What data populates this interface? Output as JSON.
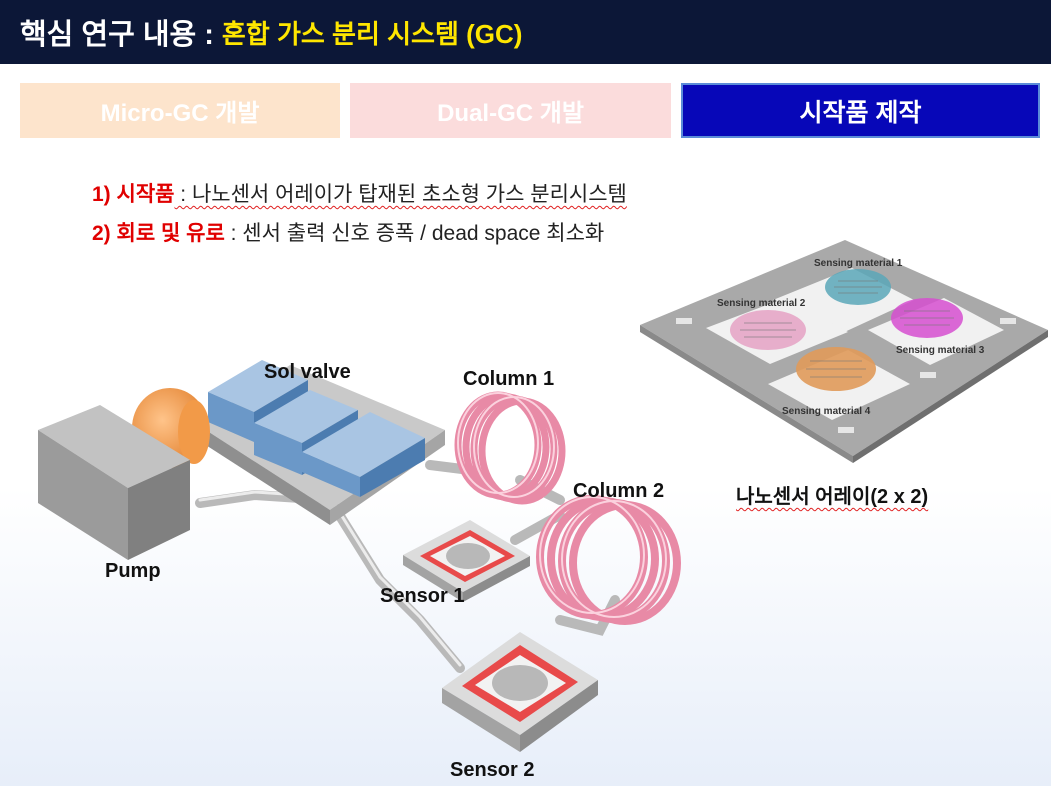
{
  "header": {
    "title": "핵심 연구 내용 :",
    "subtitle": "혼합 가스 분리 시스템 (GC)",
    "colors": {
      "background": "#0c1737",
      "subtitle": "#ffe600"
    }
  },
  "tabs": [
    {
      "label": "Micro-GC 개발",
      "active": false
    },
    {
      "label": "Dual-GC 개발",
      "active": false
    },
    {
      "label": "시작품 제작",
      "active": true
    }
  ],
  "points": [
    {
      "key": "1) 시작품",
      "text": " : 나노센서 어레이가 탑재된 초소형 가스 분리시스템"
    },
    {
      "key": "2) 회로 및 유로",
      "text": " : 센서 출력 신호 증폭 / dead space 최소화"
    }
  ],
  "system_labels": {
    "sol_valve": "Sol valve",
    "column1": "Column 1",
    "column2": "Column 2",
    "pump": "Pump",
    "sensor1": "Sensor 1",
    "sensor2": "Sensor 2"
  },
  "array": {
    "caption": "나노센서 어레이(2 x 2)",
    "materials": [
      "Sensing material 1",
      "Sensing material 2",
      "Sensing material 3",
      "Sensing material 4"
    ]
  }
}
